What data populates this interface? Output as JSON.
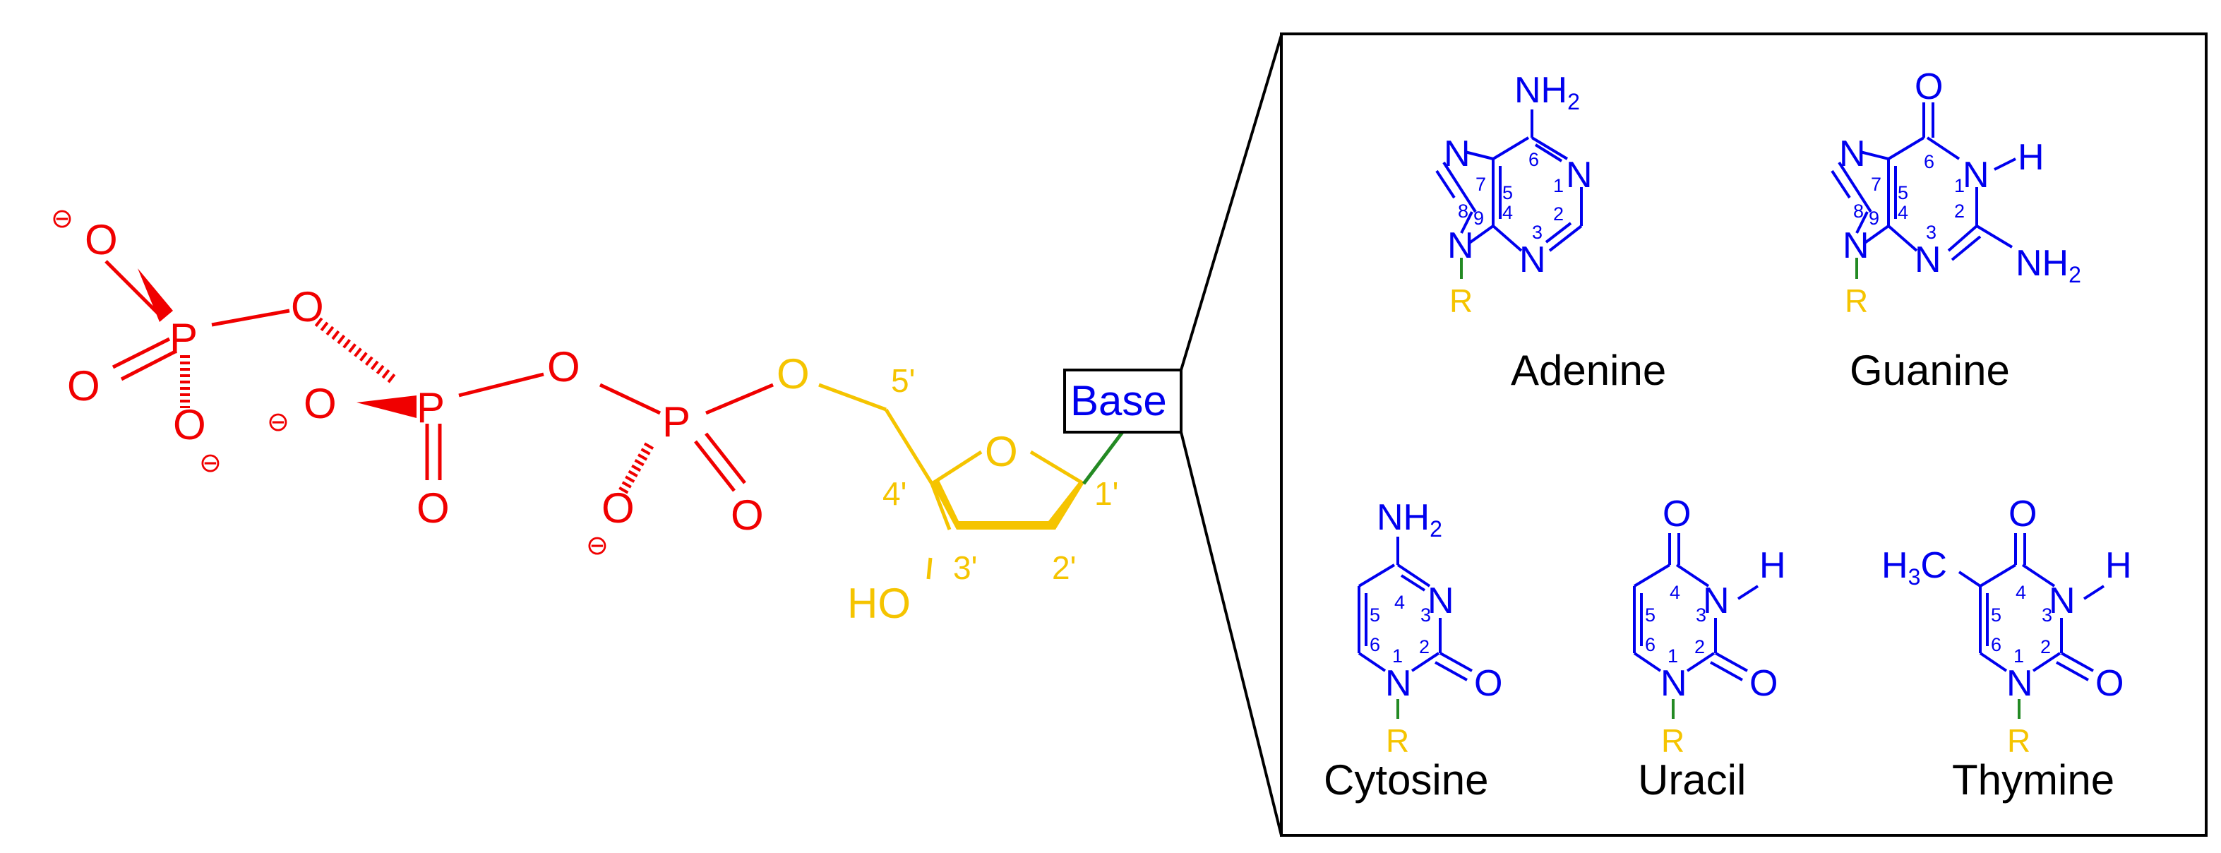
{
  "colors": {
    "phosphate": "#f00000",
    "sugar": "#f5c400",
    "base": "#0000ee",
    "glycosidic": "#238a23",
    "text": "#000000"
  },
  "triphosphate": {
    "P": "P",
    "O": "O",
    "charge": "⊖"
  },
  "sugar": {
    "ring_O": "O",
    "O5": "O",
    "hydroxyl": "HO",
    "positions": {
      "c5": "5'",
      "c4": "4'",
      "c3": "3'",
      "c2": "2'",
      "c1": "1'"
    }
  },
  "base_box": {
    "label": "Base"
  },
  "bases": {
    "adenine": {
      "name": "Adenine",
      "atoms": {
        "nh": "NH",
        "n1": "N",
        "n3": "N",
        "n7": "N",
        "n9": "N",
        "r": "R"
      },
      "subscript": "2",
      "positions": [
        "1",
        "2",
        "3",
        "4",
        "5",
        "6",
        "7",
        "8",
        "9"
      ]
    },
    "guanine": {
      "name": "Guanine",
      "atoms": {
        "o": "O",
        "n1": "N",
        "h": "H",
        "n3": "N",
        "nh": "NH",
        "n7": "N",
        "n9": "N",
        "r": "R"
      },
      "subscript": "2",
      "positions": [
        "1",
        "2",
        "3",
        "4",
        "5",
        "6",
        "7",
        "8",
        "9"
      ]
    },
    "cytosine": {
      "name": "Cytosine",
      "atoms": {
        "nh": "NH",
        "n3": "N",
        "n1": "N",
        "o": "O",
        "r": "R"
      },
      "subscript": "2",
      "positions": [
        "1",
        "2",
        "3",
        "4",
        "5",
        "6"
      ]
    },
    "uracil": {
      "name": "Uracil",
      "atoms": {
        "o4": "O",
        "n3": "N",
        "h": "H",
        "n1": "N",
        "o2": "O",
        "r": "R"
      },
      "positions": [
        "1",
        "2",
        "3",
        "4",
        "5",
        "6"
      ]
    },
    "thymine": {
      "name": "Thymine",
      "atoms": {
        "h": "H",
        "c": "C",
        "o4": "O",
        "n3": "N",
        "hn": "H",
        "n1": "N",
        "o2": "O",
        "r": "R"
      },
      "subscript": "3",
      "positions": [
        "1",
        "2",
        "3",
        "4",
        "5",
        "6"
      ]
    }
  }
}
